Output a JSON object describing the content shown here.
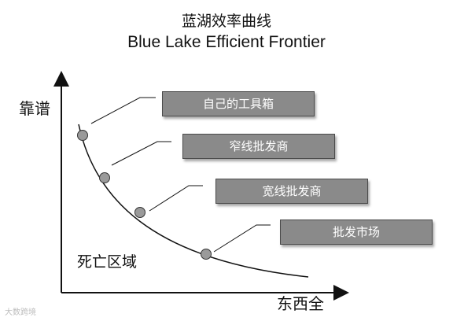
{
  "title_cn": "蓝湖效率曲线",
  "title_en": "Blue Lake Efficient Frontier",
  "y_axis_label": "靠谱",
  "x_axis_label": "东西全",
  "zone_label": "死亡区域",
  "watermark": "大数跨境",
  "channels": [
    {
      "label": "自己的工具箱"
    },
    {
      "label": "窄线批发商"
    },
    {
      "label": "宽线批发商"
    },
    {
      "label": "批发市场"
    }
  ],
  "colors": {
    "box_fill": "#8a8a8a",
    "point_fill": "#9a9a9a",
    "line": "#111111"
  }
}
